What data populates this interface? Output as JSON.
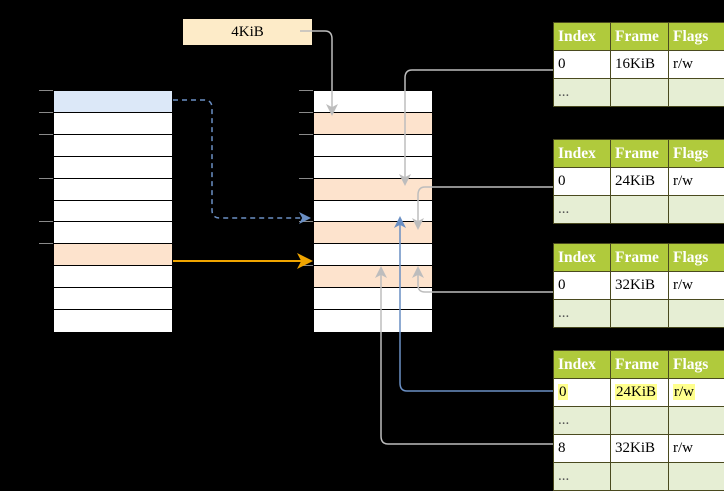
{
  "diagram": {
    "title_label": "4KiB",
    "page_size_label": "4KiB",
    "colors": {
      "table_header_bg": "#b0ca3c",
      "table_dots_bg": "#e6eed4",
      "highlight_yellow": "#ffff8d",
      "row_blue": "#dce8f8",
      "row_peach": "#fde3cd",
      "arrow_blue": "#6a8fc4",
      "arrow_orange": "#f0a500",
      "arrow_gray": "#bdbdbd",
      "label_box_bg": "#fdebc8"
    }
  },
  "virtual_column": {
    "name": "virtual-memory-column",
    "row_count": 11,
    "rows": [
      {
        "index": 0,
        "fill": "blue",
        "label": ""
      },
      {
        "index": 1,
        "fill": "white",
        "label": ""
      },
      {
        "index": 2,
        "fill": "white",
        "label": ""
      },
      {
        "index": 3,
        "fill": "white",
        "label": ""
      },
      {
        "index": 4,
        "fill": "white",
        "label": ""
      },
      {
        "index": 5,
        "fill": "white",
        "label": ""
      },
      {
        "index": 6,
        "fill": "white",
        "label": ""
      },
      {
        "index": 7,
        "fill": "peach",
        "label": ""
      },
      {
        "index": 8,
        "fill": "white",
        "label": ""
      },
      {
        "index": 9,
        "fill": "white",
        "label": ""
      },
      {
        "index": 10,
        "fill": "white",
        "label": ""
      }
    ]
  },
  "physical_column": {
    "name": "physical-memory-column",
    "row_count": 11,
    "rows": [
      {
        "index": 0,
        "fill": "white",
        "label": ""
      },
      {
        "index": 1,
        "fill": "peach",
        "label": ""
      },
      {
        "index": 2,
        "fill": "white",
        "label": ""
      },
      {
        "index": 3,
        "fill": "white",
        "label": ""
      },
      {
        "index": 4,
        "fill": "peach",
        "label": ""
      },
      {
        "index": 5,
        "fill": "white",
        "label": ""
      },
      {
        "index": 6,
        "fill": "peach",
        "label": ""
      },
      {
        "index": 7,
        "fill": "white",
        "label": ""
      },
      {
        "index": 8,
        "fill": "peach",
        "label": ""
      },
      {
        "index": 9,
        "fill": "white",
        "label": ""
      },
      {
        "index": 10,
        "fill": "white",
        "label": ""
      }
    ]
  },
  "page_tables": [
    {
      "name": "page-table-1",
      "headers": [
        "Index",
        "Frame",
        "Flags"
      ],
      "rows": [
        {
          "type": "entry",
          "index": "0",
          "frame": "16KiB",
          "flags": "r/w",
          "highlight": false
        },
        {
          "type": "dots",
          "index": "...",
          "frame": "",
          "flags": "",
          "highlight": false
        }
      ]
    },
    {
      "name": "page-table-2",
      "headers": [
        "Index",
        "Frame",
        "Flags"
      ],
      "rows": [
        {
          "type": "entry",
          "index": "0",
          "frame": "24KiB",
          "flags": "r/w",
          "highlight": false
        },
        {
          "type": "dots",
          "index": "...",
          "frame": "",
          "flags": "",
          "highlight": false
        }
      ]
    },
    {
      "name": "page-table-3",
      "headers": [
        "Index",
        "Frame",
        "Flags"
      ],
      "rows": [
        {
          "type": "entry",
          "index": "0",
          "frame": "32KiB",
          "flags": "r/w",
          "highlight": false
        },
        {
          "type": "dots",
          "index": "...",
          "frame": "",
          "flags": "",
          "highlight": false
        }
      ]
    },
    {
      "name": "page-table-4",
      "headers": [
        "Index",
        "Frame",
        "Flags"
      ],
      "rows": [
        {
          "type": "entry",
          "index": "0",
          "frame": "24KiB",
          "flags": "r/w",
          "highlight": true
        },
        {
          "type": "dots",
          "index": "...",
          "frame": "",
          "flags": "",
          "highlight": false
        },
        {
          "type": "entry",
          "index": "8",
          "frame": "32KiB",
          "flags": "r/w",
          "highlight": false
        },
        {
          "type": "dots",
          "index": "...",
          "frame": "",
          "flags": "",
          "highlight": false
        }
      ]
    }
  ]
}
